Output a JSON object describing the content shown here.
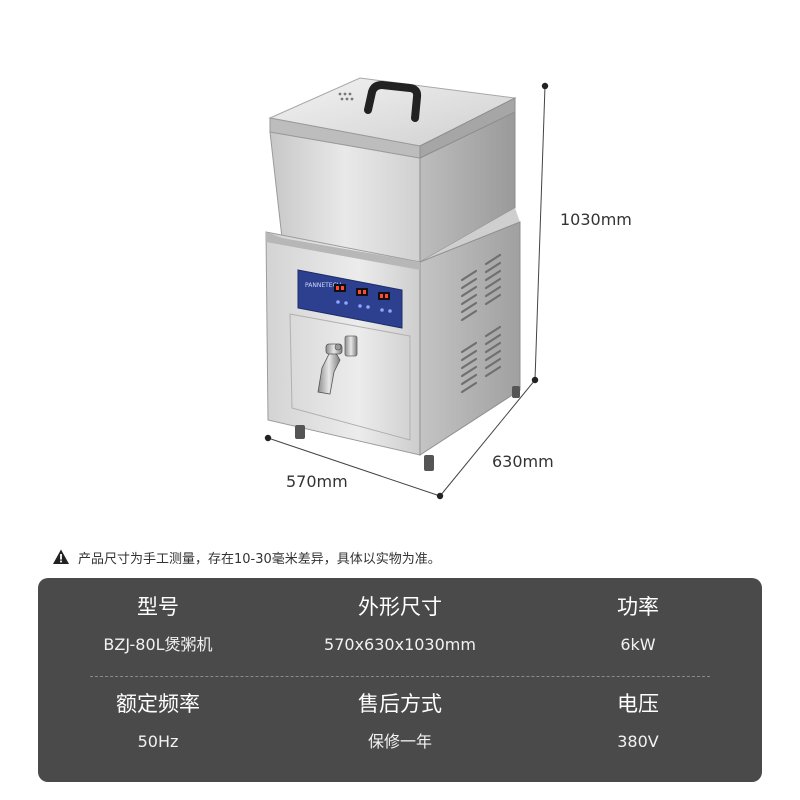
{
  "dimensions": {
    "height": "1030mm",
    "depth": "630mm",
    "width": "570mm"
  },
  "notice": {
    "icon": "warning-icon",
    "text": "产品尺寸为手工测量，存在10-30毫米差异，具体以实物为准。"
  },
  "control_panel": {
    "brand_text": "PANNETECH"
  },
  "specs": [
    {
      "label": "型号",
      "value": "BZJ-80L煲粥机"
    },
    {
      "label": "外形尺寸",
      "value": "570x630x1030mm"
    },
    {
      "label": "功率",
      "value": "6kW"
    },
    {
      "label": "额定频率",
      "value": "50Hz"
    },
    {
      "label": "售后方式",
      "value": "保修一年"
    },
    {
      "label": "电压",
      "value": "380V"
    }
  ],
  "colors": {
    "panel_bg": "#4a4a4a",
    "steel_light": "#e4e4e4",
    "steel_dark": "#a9a9a9",
    "control_blue": "#2d3f8f"
  }
}
